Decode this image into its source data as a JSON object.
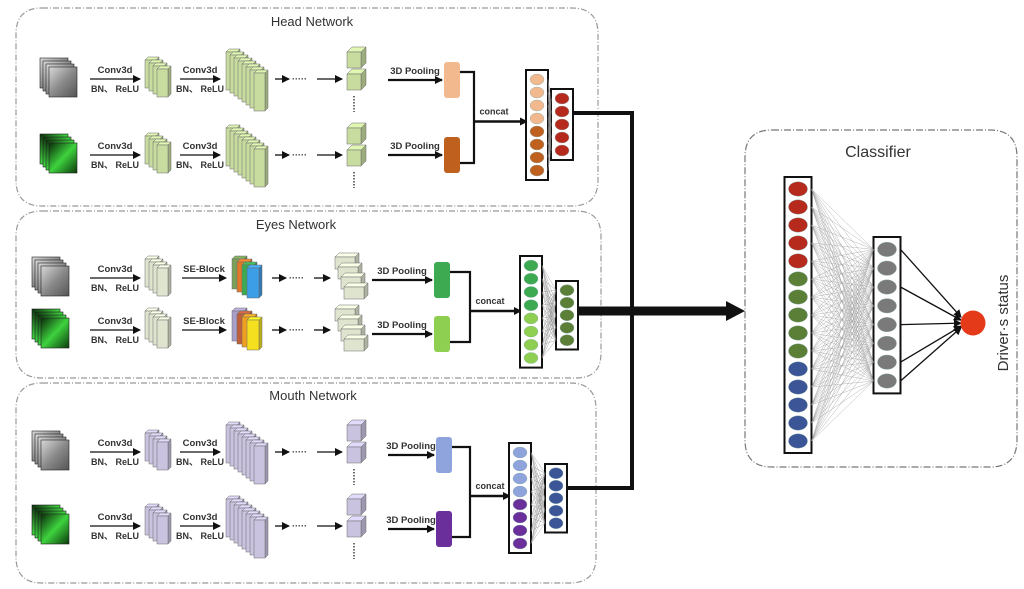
{
  "modules": {
    "head": {
      "title": "Head Network",
      "branches": [
        {
          "input": "face-grayscale",
          "op1": "Conv3d",
          "op1b": "BN、 ReLU",
          "op2": "Conv3d",
          "op2b": "BN、 ReLU",
          "pool": "3D Pooling",
          "pool_color": "#f2b98f"
        },
        {
          "input": "face-optical-flow",
          "op1": "Conv3d",
          "op1b": "BN、 ReLU",
          "op2": "Conv3d",
          "op2b": "BN、 ReLU",
          "pool": "3D Pooling",
          "pool_color": "#c0601e"
        }
      ],
      "concat": "concat",
      "feature_colors": [
        "#f2b98f",
        "#f2b98f",
        "#f2b98f",
        "#f2b98f",
        "#c0601e",
        "#c0601e",
        "#c0601e",
        "#c0601e"
      ],
      "output_color": "#b52a1c",
      "output_count": 5,
      "block_color": "#c8dca0"
    },
    "eyes": {
      "title": "Eyes Network",
      "branches": [
        {
          "input": "eye-grayscale",
          "op1": "Conv3d",
          "op1b": "BN、 ReLU",
          "op2": "SE-Block",
          "pool": "3D Pooling",
          "pool_color": "#3daa52"
        },
        {
          "input": "eye-optical-flow",
          "op1": "Conv3d",
          "op1b": "BN、 ReLU",
          "op2": "SE-Block",
          "pool": "3D Pooling",
          "pool_color": "#8ecf52"
        }
      ],
      "concat": "concat",
      "feature_colors": [
        "#3daa52",
        "#3daa52",
        "#3daa52",
        "#3daa52",
        "#8ecf52",
        "#8ecf52",
        "#8ecf52",
        "#8ecf52"
      ],
      "output_color": "#5b7f36",
      "output_count": 5,
      "block_color": "#dfe4cf",
      "se_colors_top": [
        "#7aa05a",
        "#e07a2a",
        "#3daa52",
        "#3d9ee8"
      ],
      "se_colors_bottom": [
        "#a8a0c8",
        "#c0603a",
        "#f0a020",
        "#f5e020"
      ]
    },
    "mouth": {
      "title": "Mouth Network",
      "branches": [
        {
          "input": "mouth-grayscale",
          "op1": "Conv3d",
          "op1b": "BN、 ReLU",
          "op2": "Conv3d",
          "op2b": "BN、 ReLU",
          "pool": "3D Pooling",
          "pool_color": "#8fa4dc"
        },
        {
          "input": "mouth-optical-flow",
          "op1": "Conv3d",
          "op1b": "BN、 ReLU",
          "op2": "Conv3d",
          "op2b": "BN、 ReLU",
          "pool": "3D Pooling",
          "pool_color": "#6a2f9a"
        }
      ],
      "concat": "concat",
      "feature_colors": [
        "#8fa4dc",
        "#8fa4dc",
        "#8fa4dc",
        "#8fa4dc",
        "#6a2f9a",
        "#6a2f9a",
        "#6a2f9a",
        "#6a2f9a"
      ],
      "output_color": "#3b5597",
      "output_count": 5,
      "block_color": "#c9c3e0"
    }
  },
  "classifier": {
    "title": "Classifier",
    "input_colors": [
      "#b52a1c",
      "#b52a1c",
      "#b52a1c",
      "#b52a1c",
      "#b52a1c",
      "#5b7f36",
      "#5b7f36",
      "#5b7f36",
      "#5b7f36",
      "#5b7f36",
      "#3b5597",
      "#3b5597",
      "#3b5597",
      "#3b5597",
      "#3b5597"
    ],
    "hidden_count": 8,
    "hidden_color": "#7a7a7a",
    "output_color": "#e53a1a",
    "output_label": "Driver·s status"
  },
  "ellipsis": "·····"
}
